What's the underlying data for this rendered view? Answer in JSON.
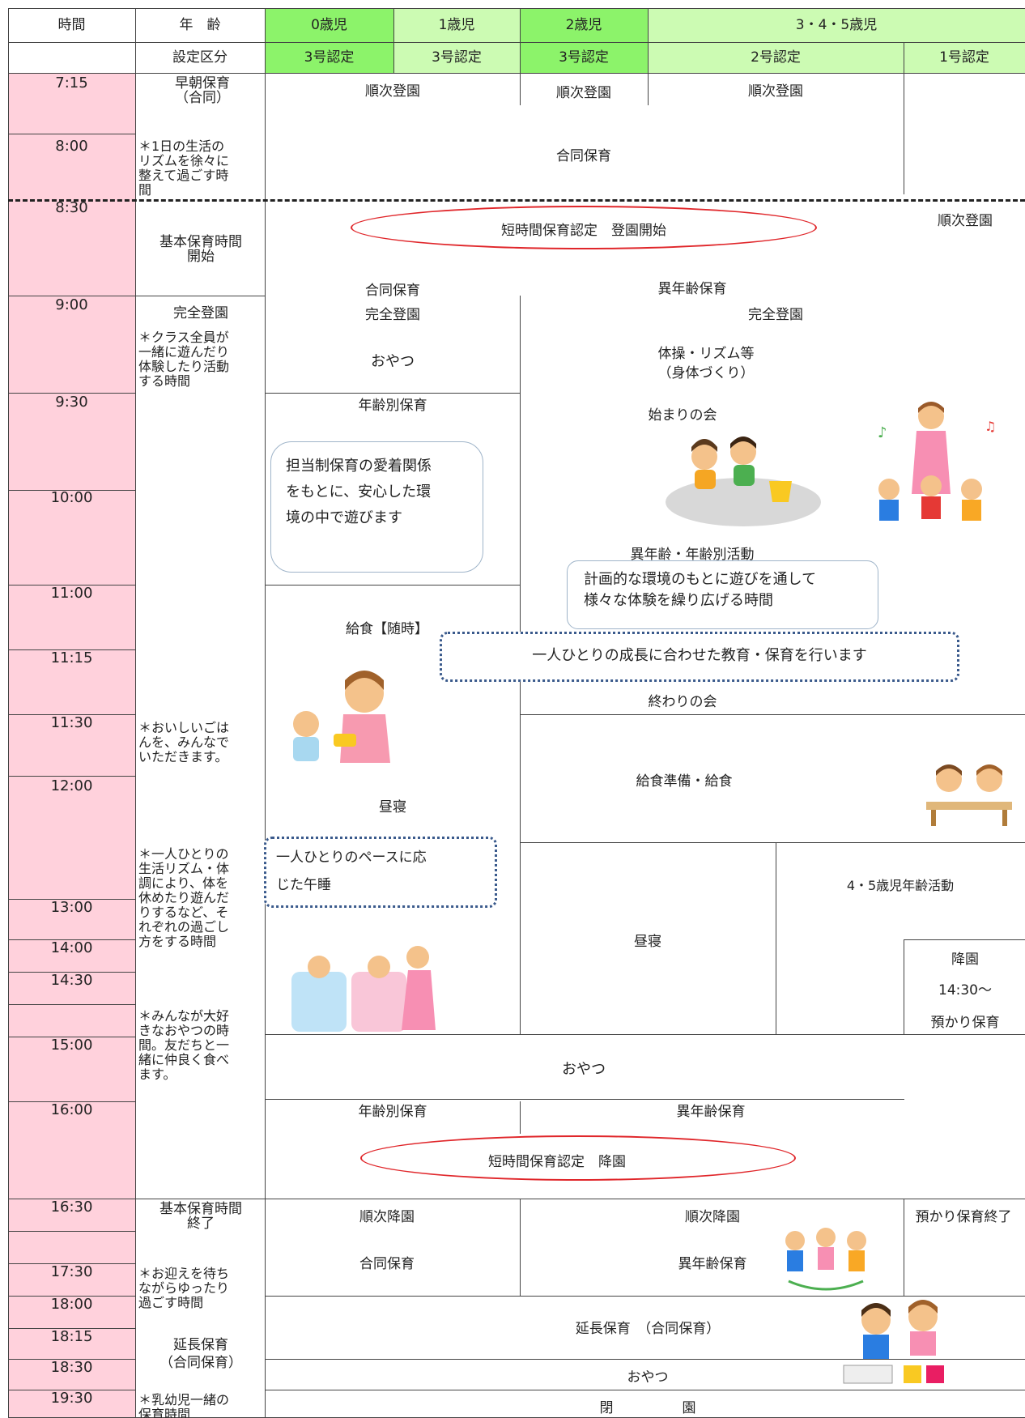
{
  "colors": {
    "pink": "#ffd1dc",
    "green_dark": "#8cf36a",
    "green_light": "#ccfbb3",
    "oval_red": "#e0262a",
    "dotted_blue": "#3a5a8c"
  },
  "header": {
    "time": "時間",
    "age": "年　齢",
    "age0": "0歳児",
    "age1": "1歳児",
    "age2": "2歳児",
    "age345": "3・4・5歳児",
    "category": "設定区分",
    "c0": "3号認定",
    "c1": "3号認定",
    "c2": "3号認定",
    "c345": "2号認定",
    "c1go": "1号認定"
  },
  "times": [
    "7:15",
    "8:00",
    "8:30",
    "9:00",
    "9:30",
    "10:00",
    "11:00",
    "11:15",
    "11:30",
    "12:00",
    "13:00",
    "14:00",
    "14:30",
    "15:00",
    "16:00",
    "16:30",
    "17:30",
    "18:00",
    "18:15",
    "18:30",
    "19:30"
  ],
  "notes": {
    "early": "早朝保育\n（合同）",
    "rhythm": "＊1日の生活の\nリズムを徐々に\n整えて過ごす時\n間",
    "basic_start": "基本保育時間\n開始",
    "full": "完全登園",
    "class": "＊クラス全員が\n一緒に遊んだり\n体験したり活動\nする時間",
    "lunch": "＊おいしいごは\nんを、みんなで\nいただきます。",
    "rest": "＊一人ひとりの\n生活リズム・体\n調により、体を\n休めたり遊んだ\nりするなど、そ\nれぞれの過ごし\n方をする時間",
    "snack": "＊みんなが大好\nきなおやつの時\n間。友だちと一\n緒に仲良く食べ\nます。",
    "basic_end": "基本保育時間\n終了",
    "pickup": "＊お迎えを待ち\nながらゆったり\n過ごす時間",
    "extended": "延長保育\n（合同保育）",
    "infant": "＊乳幼児一緒の\n保育時間"
  },
  "cells": {
    "junji1": "順次登園",
    "junji2": "順次登園",
    "junji3": "順次登園",
    "goudou_am": "合同保育",
    "short_start": "短時間保育認定　登園開始",
    "junji_1go": "順次登園",
    "goudou2": "合同保育",
    "inenrei": "異年齢保育",
    "kanzen1": "完全登園",
    "kanzen2": "完全登園",
    "oyatsu_am": "おやつ",
    "taisou": "体操・リズム等",
    "taisou2": "（身体づくり）",
    "nenreibetsu": "年齢別保育",
    "hajimari": "始まりの会",
    "tantou": "担当制保育の愛着関係\nをもとに、安心した環\n境の中で遊びます",
    "katsudou": "異年齢・年齢別活動",
    "keikaku": "計画的な環境のもとに遊びを通して\n様々な体験を繰り広げる時間",
    "kyuushoku": "給食【随時】",
    "hitori": "一人ひとりの成長に合わせた教育・保育を行います",
    "owari": "終わりの会",
    "kyuushoku2": "給食準備・給食",
    "hirune1": "昼寝",
    "pace": "一人ひとりのペースに応\nじた午睡",
    "hirune2": "昼寝",
    "age45": "4・5歳児年齢活動",
    "kouen": "降園",
    "kouen_time": "14:30～",
    "azukari": "預かり保育",
    "oyatsu_pm": "おやつ",
    "nenreibetsu2": "年齢別保育",
    "inenrei2": "異年齢保育",
    "short_end": "短時間保育認定　降園",
    "junji_kouen1": "順次降園",
    "junji_kouen2": "順次降園",
    "azukari_end": "預かり保育終了",
    "goudou3": "合同保育",
    "inenrei3": "異年齢保育",
    "enchou": "延長保育　（合同保育）",
    "oyatsu_ev": "おやつ",
    "heien": "閉　　　　　園"
  }
}
